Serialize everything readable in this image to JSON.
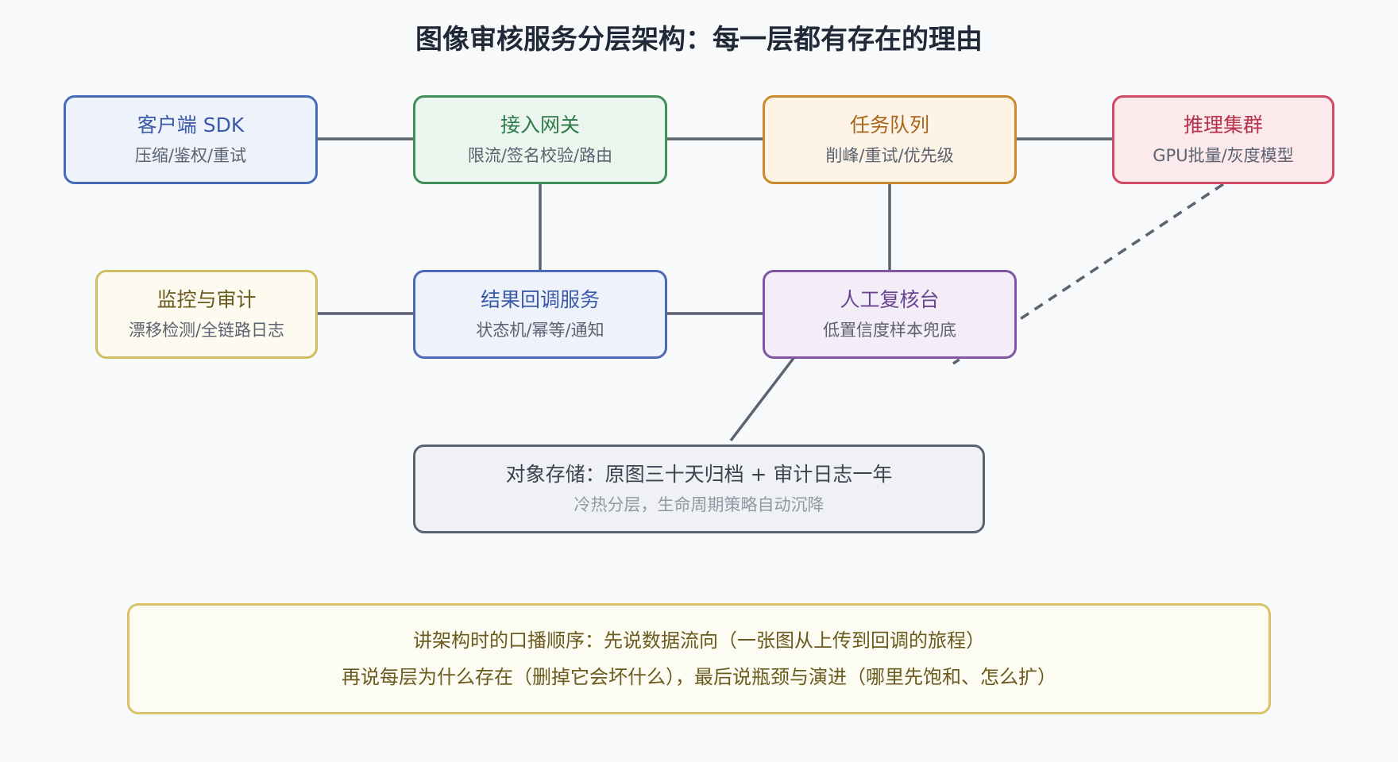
{
  "title": "图像审核服务分层架构：每一层都有存在的理由",
  "nodes": {
    "client_sdk": {
      "name": "客户端 SDK",
      "desc": "压缩/鉴权/重试"
    },
    "gateway": {
      "name": "接入网关",
      "desc": "限流/签名校验/路由"
    },
    "task_queue": {
      "name": "任务队列",
      "desc": "削峰/重试/优先级"
    },
    "inference": {
      "name": "推理集群",
      "desc": "GPU批量/灰度模型"
    },
    "monitoring": {
      "name": "监控与审计",
      "desc": "漂移检测/全链路日志"
    },
    "callback": {
      "name": "结果回调服务",
      "desc": "状态机/幂等/通知"
    },
    "manual_review": {
      "name": "人工复核台",
      "desc": "低置信度样本兜底"
    },
    "object_storage": {
      "name": "对象存储：原图三十天归档 + 审计日志一年",
      "desc": "冷热分层，生命周期策略自动沉降"
    }
  },
  "note": {
    "line1": "讲架构时的口播顺序：先说数据流向（一张图从上传到回调的旅程）",
    "line2": "再说每层为什么存在（删掉它会坏什么），最后说瓶颈与演进（哪里先饱和、怎么扩）"
  },
  "colors": {
    "link": "#5b6270",
    "background": "#f8f9fb"
  }
}
